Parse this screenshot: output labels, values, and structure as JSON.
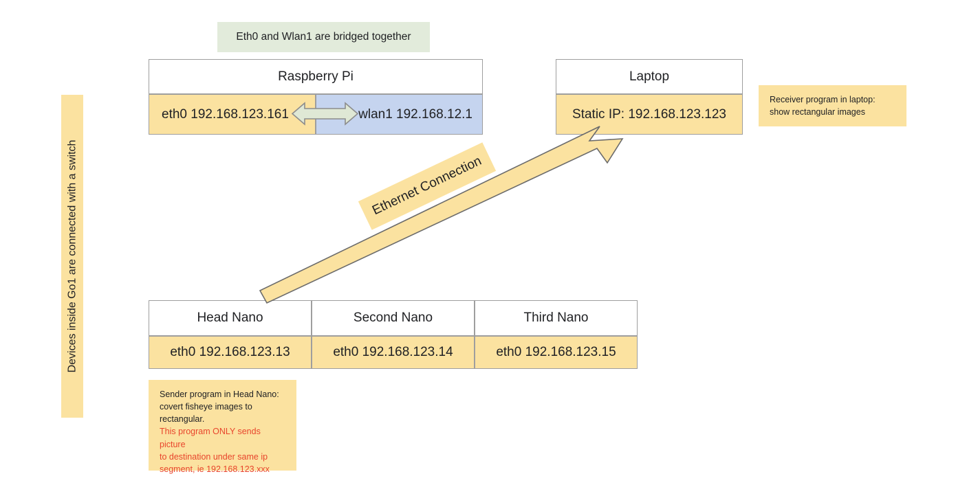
{
  "diagram": {
    "title": "Network topology: Raspberry Pi, Laptop and Jetson Nanos",
    "colors": {
      "yellow_fill": "#fbe2a0",
      "blue_fill": "#c5d4ef",
      "green_fill": "#e2ebdb",
      "arrow_fill": "#fbe2a0",
      "bridge_arrow_fill": "#dfe8d5",
      "border": "#9e9e9e",
      "red_text": "#e8452c",
      "text": "#202124"
    }
  },
  "notes": {
    "bridge_note": "Eth0 and Wlan1 are bridged together",
    "receiver_note_line1": "Receiver program in laptop:",
    "receiver_note_line2": "show rectangular images",
    "sender_note_line1": "Sender program in Head Nano:",
    "sender_note_line2": "covert fisheye images to",
    "sender_note_line3": "rectangular.",
    "sender_note_red_line1": "This program ONLY sends picture",
    "sender_note_red_line2": "to destination under same ip",
    "sender_note_red_line3": "segment, ie 192.168.123.xxx",
    "switch_note": "Devices inside Go1 are connected with a switch"
  },
  "raspberry_pi": {
    "title": "Raspberry Pi",
    "eth0": "eth0 192.168.123.161",
    "wlan1": "wlan1 192.168.12.1"
  },
  "laptop": {
    "title": "Laptop",
    "ip": "Static IP: 192.168.123.123"
  },
  "nano_table": {
    "headers": [
      "Head Nano",
      "Second Nano",
      "Third Nano"
    ],
    "addresses": [
      "eth0 192.168.123.13",
      "eth0 192.168.123.14",
      "eth0 192.168.123.15"
    ]
  },
  "connections": {
    "ethernet_label": "Ethernet Connection",
    "bridge_arrow_name": "bidirectional-bridge-arrow"
  }
}
